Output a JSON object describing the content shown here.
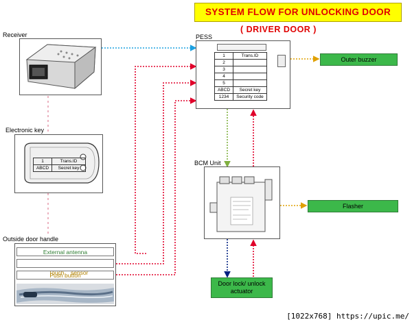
{
  "title": "SYSTEM FLOW FOR UNLOCKING DOOR",
  "subtitle": "( DRIVER DOOR )",
  "labels": {
    "receiver": "Receiver",
    "pess": "PESS",
    "electronic_key": "Electronic key",
    "bcm_unit": "BCM Unit",
    "outside_door_handle": "Outside door handle"
  },
  "pess_table": {
    "rows": [
      [
        "1",
        "Trans.ID"
      ],
      [
        "2",
        ""
      ],
      [
        "3",
        ""
      ],
      [
        "4",
        ""
      ],
      [
        "5",
        ""
      ],
      [
        "ABCD",
        "Secret key"
      ],
      [
        "1234",
        "Security code"
      ]
    ]
  },
  "key_table": {
    "rows": [
      [
        "1",
        "Trans.ID"
      ],
      [
        "ABCD",
        "Secret key"
      ]
    ]
  },
  "outputs": {
    "outer_buzzer": "Outer buzzer",
    "flasher": "Flasher",
    "door_lock_actuator_line1": "Door lock/ unlock",
    "door_lock_actuator_line2": "actuator"
  },
  "handle_items": {
    "external_antenna": "External antenna",
    "touch_sensor": "Touch    sensor",
    "push_button": "Push button"
  },
  "watermark": "[1022x768] https://upic.me/",
  "colors": {
    "title_bg": "#ffff00",
    "title_text": "#e00000",
    "green_box": "#3cb84a",
    "receiver_link": "#1ca0e0",
    "signal": "#e0002a",
    "buzzer_link": "#e0a000",
    "bcm_link": "#80b040",
    "actuator_link": "#002080",
    "antenna_text": "#2e7d32",
    "sensor_text": "#b08000"
  }
}
